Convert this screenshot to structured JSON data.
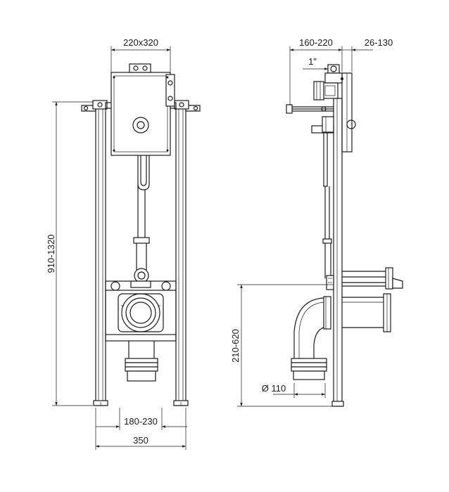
{
  "dimensions": {
    "front_view": {
      "panel_size": "220x320",
      "frame_height": "910-1320",
      "outlet_spacing": "180-230",
      "frame_width": "350"
    },
    "side_view": {
      "depth": "160-220",
      "plate_offset": "26-130",
      "inlet_size": "1\"",
      "outlet_height": "210-620",
      "outlet_diameter": "Ø 110"
    }
  },
  "colors": {
    "line": "#1a1a1a",
    "background": "#ffffff"
  }
}
